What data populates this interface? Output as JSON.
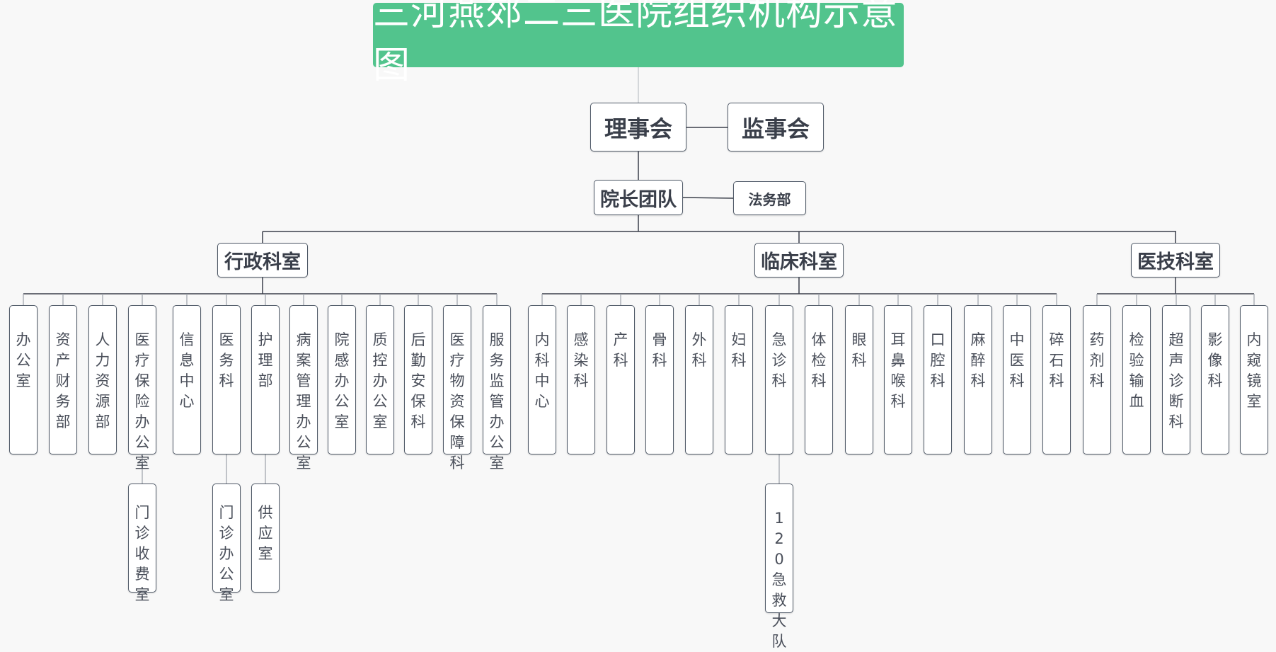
{
  "title": "三河燕郊二三医院组织机构示意图",
  "board": "理事会",
  "supervisors": "监事会",
  "president": "院长团队",
  "legal": "法务部",
  "categories": {
    "admin": "行政科室",
    "clinical": "临床科室",
    "tech": "医技科室"
  },
  "admin_depts": [
    "办公室",
    "资产财务部",
    "人力资源部",
    "医疗保险办公室",
    "信息中心",
    "医务科",
    "护理部",
    "病案管理办公室",
    "院感办公室",
    "质控办公室",
    "后勤安保科",
    "医疗物资保障科",
    "服务监管办公室"
  ],
  "clinical_depts": [
    "内科中心",
    "感染科",
    "产科",
    "骨科",
    "外科",
    "妇科",
    "急诊科",
    "体检科",
    "眼科",
    "耳鼻喉科",
    "口腔科",
    "麻醉科",
    "中医科",
    "碎石科"
  ],
  "tech_depts": [
    "药剂科",
    "检验输血",
    "超声诊断科",
    "影像科",
    "内窥镜室"
  ],
  "sub_depts": [
    {
      "parent": "医疗保险办公室",
      "name": "门诊收费室"
    },
    {
      "parent": "医务科",
      "name": "门诊办公室"
    },
    {
      "parent": "护理部",
      "name": "供应室"
    },
    {
      "parent": "急诊科",
      "name": "120急救大队"
    }
  ],
  "colors": {
    "title_bg": "#52c48d",
    "border": "#505a68",
    "line": "#3a3f4a"
  }
}
